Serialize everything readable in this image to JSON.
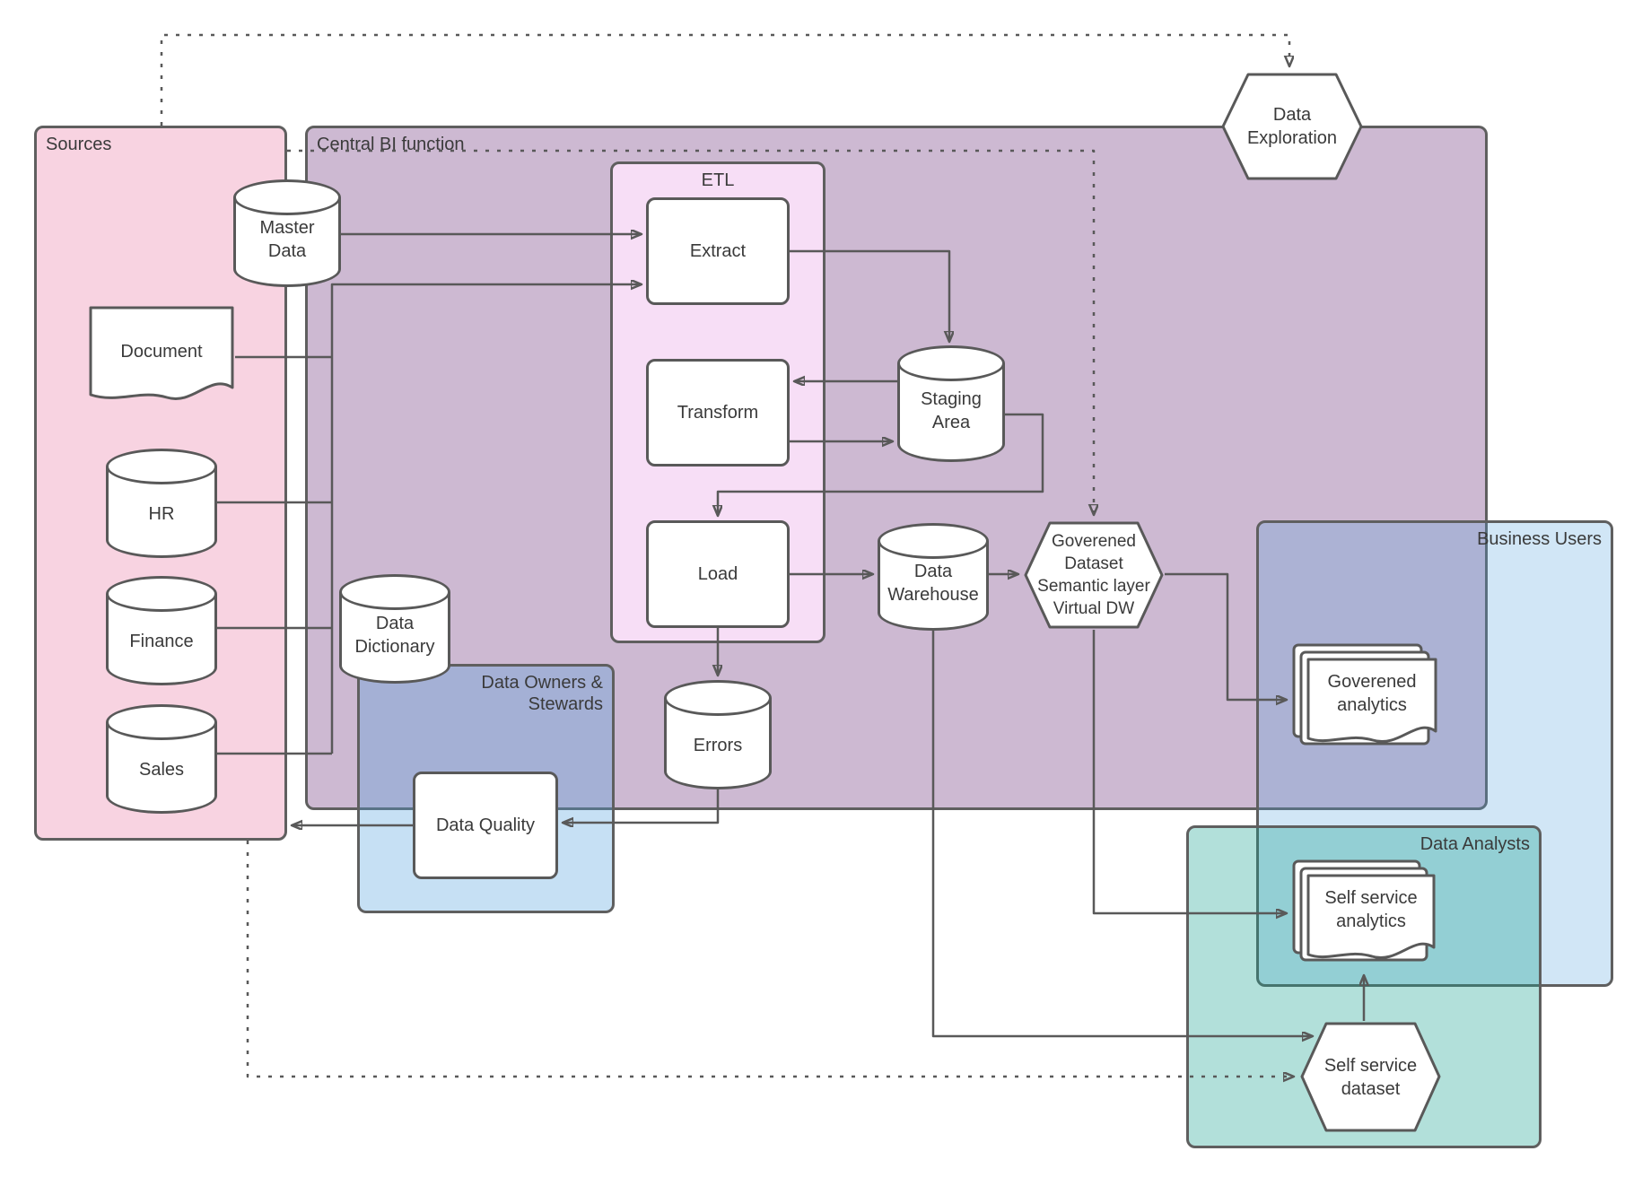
{
  "colors": {
    "sources_fill": "#f8d3e1",
    "central_bi_fill": "#cdb9d2",
    "etl_fill": "#f7def6",
    "owners_fill": "rgba(77,160,220,0.32)",
    "business_fill": "rgba(77,160,220,0.26)",
    "analysts_fill": "rgba(22,160,143,0.33)",
    "shape_border": "#595959",
    "connector": "#595959",
    "text_color": "#3a3a3a"
  },
  "containers": {
    "sources": {
      "label": "Sources"
    },
    "central_bi": {
      "label": "Central BI function"
    },
    "etl": {
      "label": "ETL"
    },
    "data_owners": {
      "lines": [
        "Data Owners &",
        "Stewards"
      ]
    },
    "business_users": {
      "label": "Business Users"
    },
    "data_analysts": {
      "label": "Data Analysts"
    }
  },
  "nodes": {
    "master_data": {
      "lines": [
        "Master",
        "Data"
      ]
    },
    "document": {
      "label": "Document"
    },
    "hr": {
      "label": "HR"
    },
    "finance": {
      "label": "Finance"
    },
    "sales": {
      "label": "Sales"
    },
    "data_dictionary": {
      "lines": [
        "Data",
        "Dictionary"
      ]
    },
    "extract": {
      "label": "Extract"
    },
    "transform": {
      "label": "Transform"
    },
    "load": {
      "label": "Load"
    },
    "staging": {
      "lines": [
        "Staging",
        "Area"
      ]
    },
    "errors": {
      "label": "Errors"
    },
    "data_warehouse": {
      "lines": [
        "Data",
        "Warehouse"
      ]
    },
    "governed_dataset": {
      "lines": [
        "Goverened",
        "Dataset",
        "Semantic layer",
        "Virtual DW"
      ]
    },
    "data_exploration": {
      "lines": [
        "Data",
        "Exploration"
      ]
    },
    "data_quality": {
      "label": "Data Quality"
    },
    "governed_analytics": {
      "lines": [
        "Goverened",
        "analytics"
      ]
    },
    "self_service_analytics": {
      "lines": [
        "Self service",
        "analytics"
      ]
    },
    "self_service_dataset": {
      "lines": [
        "Self service",
        "dataset"
      ]
    }
  }
}
